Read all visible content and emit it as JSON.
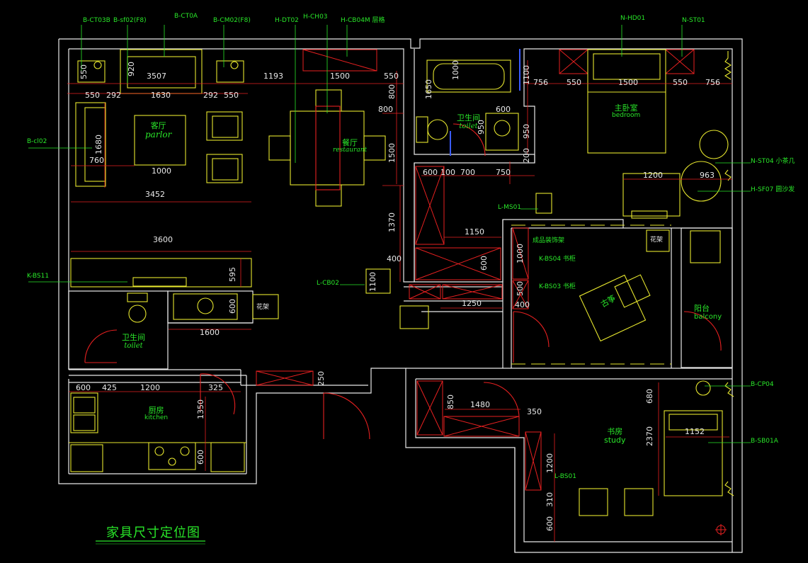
{
  "title": "家具尺寸定位图",
  "colors": {
    "wall": "#e8e8e8",
    "furniture": "#e6e62e",
    "callout": "#29e629",
    "dim_line": "#e62020",
    "door": "#e62020"
  },
  "top_labels": [
    "B-CT03B",
    "B-sf02(F8)",
    "B-CT0A",
    "B-CM02(F8)",
    "H-DT02",
    "H-CH03",
    "H-CB04M 层格",
    "N-HD01",
    "N-ST01"
  ],
  "left_labels": [
    "B-cl02",
    "K-BS11"
  ],
  "right_labels": [
    "N-ST04 小茶几",
    "H-SF07 圆沙发",
    "B-CP04",
    "B-SB01A"
  ],
  "inner_labels": {
    "ms01": "L-MS01",
    "cb02": "L-CB02",
    "bs04": "K-BS04 书柜",
    "bs03": "K-BS03 书柜",
    "bs01": "L-BS01",
    "shelf": "成品装饰架",
    "flower1": "花架",
    "flower2": "花架",
    "guzheng": "古筝"
  },
  "rooms": {
    "parlor": {
      "cn": "客厅",
      "en": "parlor"
    },
    "restaurant": {
      "cn": "餐厅",
      "en": "restaurant"
    },
    "toilet1": {
      "cn": "卫生间",
      "en": "toilet"
    },
    "bedroom": {
      "cn": "主卧室",
      "en": "bedroom"
    },
    "toilet2": {
      "cn": "卫生间",
      "en": "toilet"
    },
    "kitchen": {
      "cn": "厨房",
      "en": "kitchen"
    },
    "balcony": {
      "cn": "阳台",
      "en": "balcony"
    },
    "study": {
      "cn": "书房",
      "en": "study"
    }
  },
  "dims": {
    "d550a": "550",
    "d920": "920",
    "d3507": "3507",
    "d1193": "1193",
    "d1500a": "1500",
    "d550b": "550",
    "d550c": "550",
    "d292a": "292",
    "d1630": "1630",
    "d292b": "292",
    "d550d": "550",
    "d800a": "800",
    "d800b": "800",
    "d1680": "1680",
    "d760": "760",
    "d1000a": "1000",
    "d3452": "3452",
    "d1500b": "1500",
    "d1650": "1650",
    "d1000b": "1000",
    "d1100a": "1100",
    "d756a": "756",
    "d550e": "550",
    "d1500c": "1500",
    "d550f": "550",
    "d756b": "756",
    "d600a": "600",
    "d950a": "950",
    "d950b": "950",
    "d200": "200",
    "d600b": "600",
    "d100": "100",
    "d700": "700",
    "d750": "750",
    "d1200a": "1200",
    "d963": "963",
    "d1370": "1370",
    "d1150": "1150",
    "d3600": "3600",
    "d595": "595",
    "d400a": "400",
    "d1100b": "1100",
    "d1000c": "1000",
    "d600c": "600",
    "d500": "500",
    "d400b": "400",
    "d1250": "1250",
    "d600d": "600",
    "d1600": "1600",
    "d600e": "600",
    "d425": "425",
    "d1200b": "1200",
    "d325": "325",
    "d250": "250",
    "d1350": "1350",
    "d600f": "600",
    "d850": "850",
    "d1480": "1480",
    "d350": "350",
    "d680": "680",
    "d1152": "1152",
    "d2370": "2370",
    "d1200c": "1200",
    "d310": "310",
    "d600g": "600"
  }
}
